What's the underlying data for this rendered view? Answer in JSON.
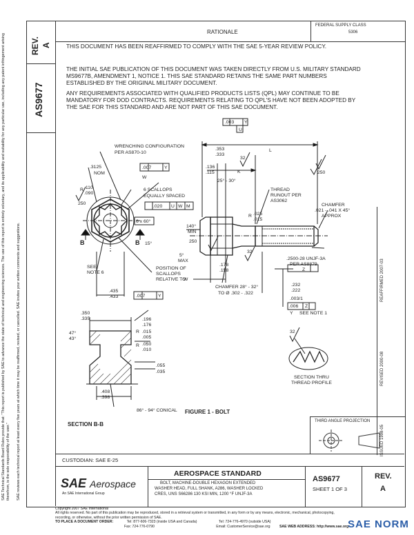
{
  "side_rev_label": "REV.",
  "side_rev_value": "A",
  "side_doc_number": "AS9677",
  "side_disclaimer_1": "SAE Technical Standards Board Rules provide that: \"This report is published by SAE to advance the state of technical and engineering sciences. The use of this report is entirely voluntary, and its applicability and suitability for any particular use, including any patent infringement arising therefrom, is the sole responsibility of the user.\"",
  "side_disclaimer_2": "SAE reviews each technical report at least every five years at which time it may be reaffirmed, revised, or cancelled. SAE invites your written comments and suggestions.",
  "header": {
    "rationale": "RATIONALE",
    "fed_line1": "FEDERAL SUPPLY CLASS",
    "fed_line2": "5306"
  },
  "rationale_text": "THIS DOCUMENT HAS BEEN REAFFIRMED TO COMPLY WITH THE SAE 5-YEAR REVIEW POLICY.",
  "para1": [
    "THE INITIAL SAE PUBLICATION OF THIS DOCUMENT WAS TAKEN DIRECTLY FROM U.S. MILITARY STANDARD",
    "MS9677B, AMENDMENT 1, NOTICE 1. THIS SAE STANDARD RETAINS THE SAME PART NUMBERS",
    "ESTABLISHED BY THE ORIGINAL MILITARY DOCUMENT."
  ],
  "para2": [
    "ANY REQUIREMENTS ASSOCIATED WITH QUALIFIED PRODUCTS LISTS (QPL) MAY CONTINUE TO BE",
    "MANDATORY FOR DOD CONTRACTS. REQUIREMENTS RELATING TO QPL'S HAVE NOT BEEN ADOPTED BY",
    "THE SAE FOR THIS STANDARD AND ARE NOT PART OF THIS SAE DOCUMENT."
  ],
  "right_margin": {
    "reaffirmed": "REAFFIRMED 2007-03",
    "revised": "REVISED 2000-08",
    "issued": "ISSUED 1998-05"
  },
  "drawing": {
    "wrenching": "WRENCHING CONFIGURATION",
    "per_as870": "PER AS870-10",
    "d3125": ".3125",
    "nom": "NOM",
    "r110": ".110",
    "r090": ".090",
    "r_label": "R",
    "s250": "250",
    "scallops": "6 SCALLOPS",
    "equally": "EQUALLY SPACED",
    "tol_007": ".007",
    "datum_y": "Y",
    "datum_w": "W",
    "tol_020": ".020",
    "datum_u": "U",
    "mod_w": "W",
    "mod_m": "M",
    "six_x_60": "6 x 60°",
    "deg15": "15°",
    "see_note6a": "SEE",
    "see_note6b": "NOTE 6",
    "position_of": "POSITION OF",
    "scallops2": "SCALLOPS",
    "relative_to": "RELATIVE TO",
    "d435": ".435",
    "d433": ".433",
    "sec_b": "B",
    "d353": ".353",
    "d333": ".333",
    "d136": ".136",
    "d115": ".115",
    "k_label": "K",
    "l_label": "L",
    "tol_003": ".003",
    "u_label": "U",
    "ang25_30": "25° - 30°",
    "thread_runout": "THREAD",
    "thread_runout2": "RUNOUT PER",
    "thread_runout3": "AS3062",
    "r025": ".025",
    "r015": ".015",
    "chamfer": "CHAMFER",
    "chamfer_dim": ".021 - .041 X 45°",
    "approx": "APPROX",
    "deg140": "140°",
    "min": "MIN",
    "deg5": "5°",
    "max": "MAX",
    "d178": ".178",
    "d158": ".158",
    "thread_spec": ".2500-28 UNJF-3A",
    "per_as8879": "PER AS8879",
    "datum_z": "Z",
    "chamfer2": "CHAMFER 28° - 32°",
    "chamfer2b": "TO Ø .302 - .322",
    "d232": ".232",
    "d222": ".222",
    "tol_0031": ".003/1",
    "tol_006": ".006",
    "see_note1": "SEE NOTE 1",
    "s32": "32"
  },
  "section": {
    "d350": ".350",
    "d335": ".335",
    "ang47": "47°",
    "ang43": "43°",
    "r015": ".015",
    "r005": ".005",
    "d196": ".196",
    "d176": ".176",
    "r050": ".050",
    "r010": ".010",
    "d408": ".408",
    "d398": ".398",
    "d055": ".055",
    "d035": ".035",
    "conical": "86° - 94° CONICAL",
    "section_label": "SECTION B-B",
    "thread_profile1": "SECTION THRU",
    "thread_profile2": "THREAD PROFILE"
  },
  "figure_caption": "FIGURE 1 - BOLT",
  "projection": "THIRD ANGLE PROJECTION",
  "custodian": "CUSTODIAN: SAE E-25",
  "title_block": {
    "logo_sae": "SAE",
    "logo_aero": "Aerospace",
    "logo_sub": "An SAE International Group",
    "std": "AEROSPACE STANDARD",
    "desc1": "BOLT, MACHINE-DOUBLE HEXAGON EXTENDED",
    "desc2": "WASHER HEAD, FULL SHANK, A286, WASHER LOCKED",
    "desc3": "CRES, UNS S66286 130 KSI MIN, 1200 °F UNJF-3A",
    "doc": "AS9677",
    "sheet": "SHEET 1 OF 3",
    "rev_label": "REV.",
    "rev": "A"
  },
  "footer": {
    "copyright": "Copyright 2007 SAE International",
    "rights": "All rights reserved. No part of this publication may be reproduced, stored in a retrieval system or transmitted, in any form or by any means, electronic, mechanical, photocopying,",
    "rights2": "recording, or otherwise, without the prior written permission of SAE.",
    "order": "TO PLACE A DOCUMENT ORDER:",
    "tel1": "Tel: 877-606-7323 (inside USA and Canada)",
    "tel2": "Tel: 724-776-4970 (outside USA)",
    "fax": "Fax: 724-776-0790",
    "email": "Email: CustomerService@sae.org",
    "web": "SAE WEB ADDRESS: http://www.sae.org",
    "watermark": "SAE NORM"
  }
}
